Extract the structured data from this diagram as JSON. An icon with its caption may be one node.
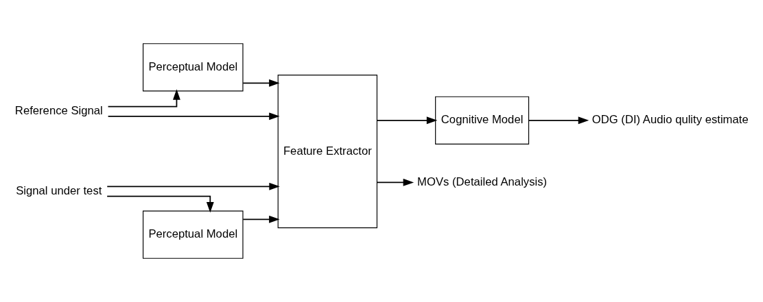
{
  "diagram": {
    "nodes": [
      {
        "text": [
          "Reference Signal"
        ]
      },
      {
        "text": [
          "Perceptual Model"
        ]
      },
      {
        "text": [
          "Feature Extractor"
        ]
      },
      {
        "text": [
          "Signal under test"
        ]
      },
      {
        "text": [
          "Perceptual Model"
        ]
      },
      {
        "text": [
          "Cognitive Model"
        ]
      },
      {
        "text": [
          "ODG (DI) Audio qulity estimate"
        ]
      },
      {
        "text": [
          "MOVs (Detailed Analysis)"
        ]
      }
    ],
    "edges": [
      {
        "from": 0,
        "to": 1,
        "arrow": "to"
      },
      {
        "from": 0,
        "to": 2,
        "arrow": "to"
      },
      {
        "from": 1,
        "to": 2,
        "arrow": "to"
      },
      {
        "from": 3,
        "to": 2,
        "arrow": "to"
      },
      {
        "from": 3,
        "to": 4,
        "arrow": "to"
      },
      {
        "from": 4,
        "to": 2,
        "arrow": "to"
      },
      {
        "from": 2,
        "to": 5,
        "arrow": "to"
      },
      {
        "from": 2,
        "to": 7,
        "arrow": "to"
      },
      {
        "from": 5,
        "to": 6,
        "arrow": "to"
      }
    ]
  }
}
